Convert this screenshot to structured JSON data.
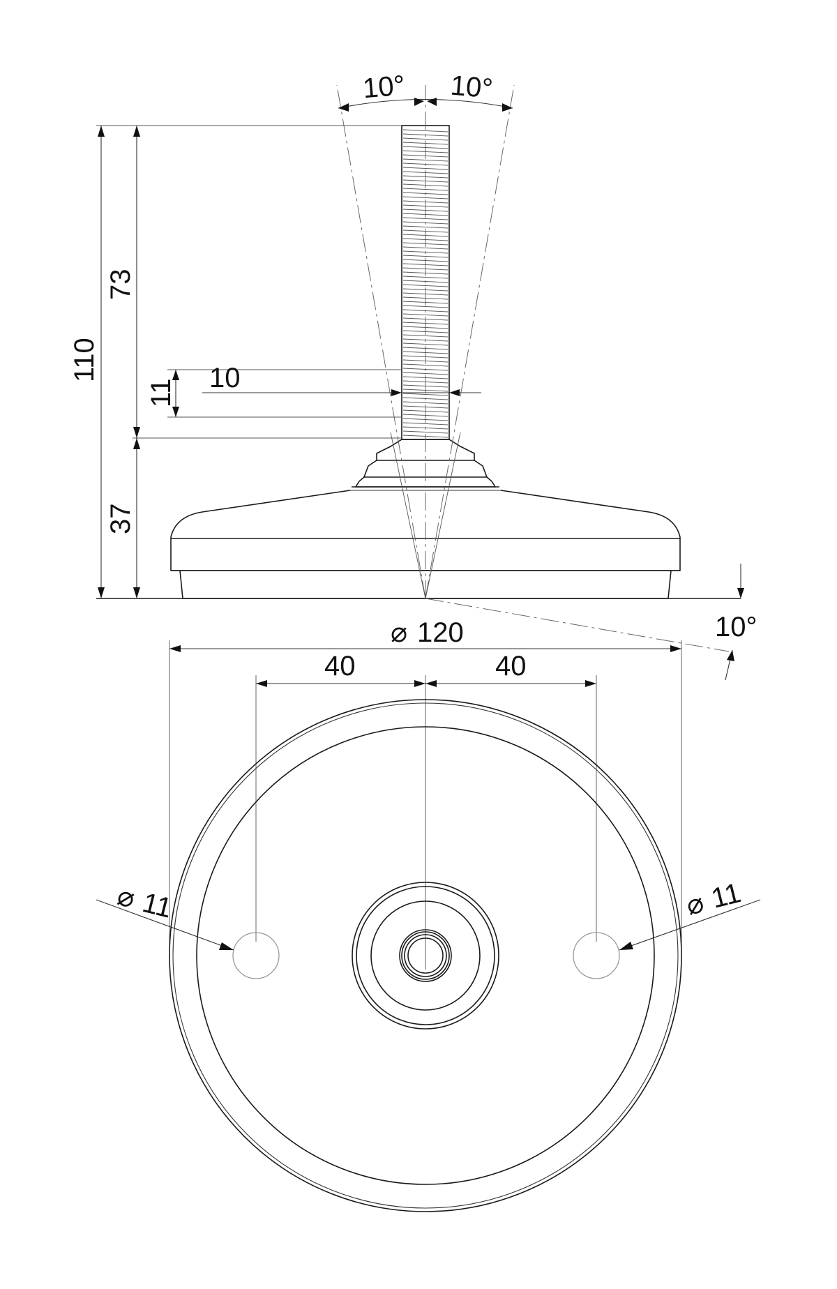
{
  "drawing": {
    "dimensions": {
      "angle_left": "10°",
      "angle_right": "10°",
      "angle_tilt": "10°",
      "total_height": "110",
      "thread_length": "73",
      "base_height": "37",
      "thread_dia": "10",
      "thread_pitch_span": "11",
      "base_diameter": "120",
      "hole_offset_left": "40",
      "hole_offset_right": "40",
      "hole_dia_left": "11",
      "hole_dia_right": "11"
    },
    "symbols": {
      "diameter": "⌀"
    },
    "colors": {
      "line": "#1a1a1a",
      "hidden": "#999999"
    }
  }
}
